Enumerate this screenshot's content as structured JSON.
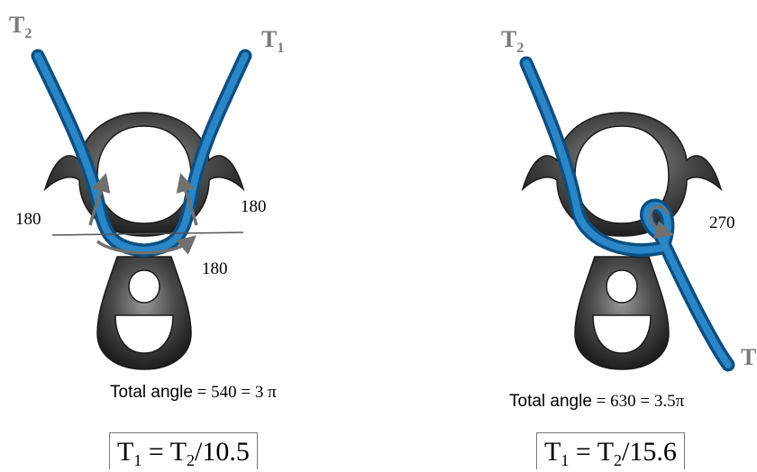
{
  "left": {
    "rope_top_left_label": "T",
    "rope_top_left_sub": "2",
    "rope_top_right_label": "T",
    "rope_top_right_sub": "1",
    "angle_left": "180",
    "angle_right": "180",
    "angle_bottom": "180",
    "caption_prefix": "Total angle",
    "caption_value": " = 540 = 3 π",
    "formula": {
      "lhs": "T",
      "lhs_sub": "1",
      "eq": " = T",
      "rhs_sub": "2",
      "rhs": "/10.5"
    }
  },
  "right": {
    "rope_top_label": "T",
    "rope_top_sub": "2",
    "rope_bottom_label": "T",
    "angle": "270",
    "caption_prefix": "Total angle",
    "caption_value": " = 630 = 3.5π",
    "formula": {
      "lhs": "T",
      "lhs_sub": "1",
      "eq": " = T",
      "rhs_sub": "2",
      "rhs": "/15.6"
    }
  },
  "colors": {
    "rope": "#1668a3",
    "metal": "#3a3a3a",
    "arrow": "#707070",
    "label_gray": "#7a7a7a"
  }
}
